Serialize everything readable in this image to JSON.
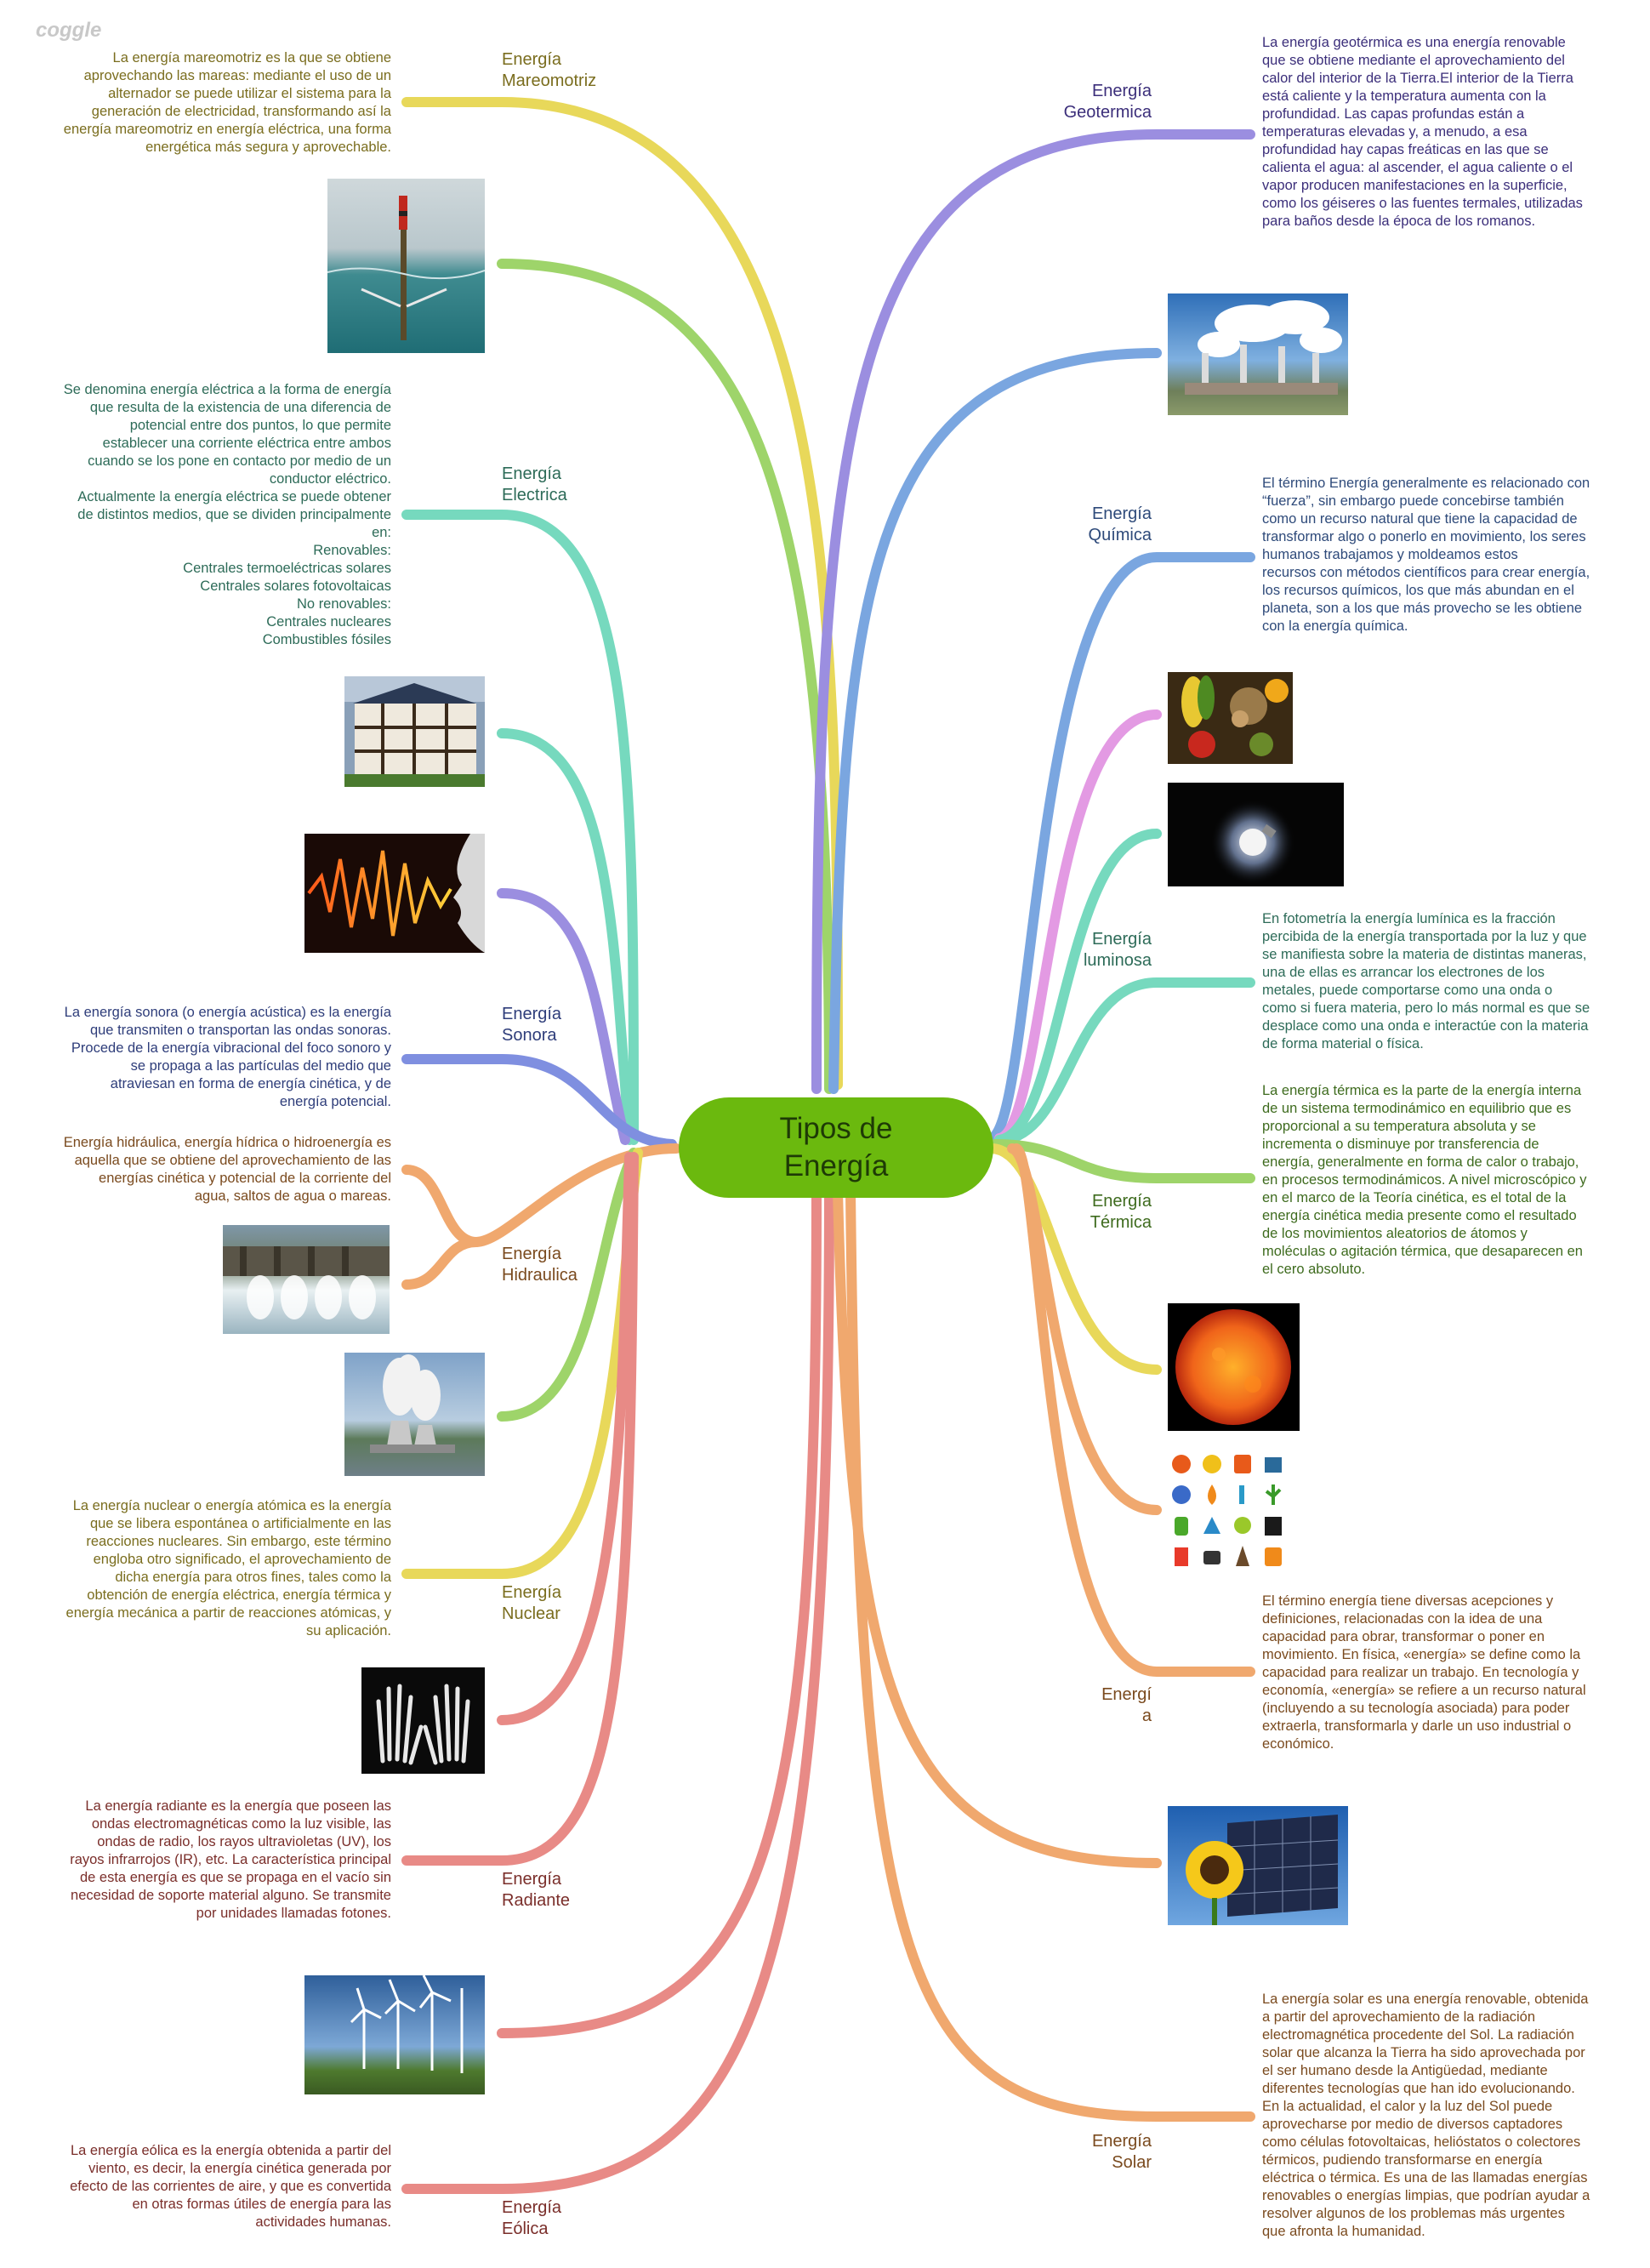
{
  "brand": "coggle",
  "central": {
    "line1": "Tipos de",
    "line2": "Energía"
  },
  "branches": [
    {
      "id": "mareomotriz",
      "color": "#e8d85a",
      "text_color": "#7a6d1e",
      "label": [
        "Energía",
        "Mareomotriz"
      ],
      "desc": [
        "La energía mareomotriz es la que se obtiene",
        "aprovechando las mareas: mediante el uso de un",
        "alternador se puede utilizar el sistema para la",
        "generación de electricidad, transformando así la",
        "energía mareomotriz en energía eléctrica, una forma",
        "energética más segura y aprovechable."
      ],
      "image": "tidal-turbine-photo"
    },
    {
      "id": "electrica",
      "color": "#76d9be",
      "text_color": "#2d6b58",
      "label": [
        "Energía",
        "Electrica"
      ],
      "desc": [
        "Se denomina energía eléctrica a la forma de energía",
        "que resulta de la existencia de una diferencia de",
        "potencial entre dos puntos, lo que permite",
        "establecer una corriente eléctrica entre ambos",
        "cuando se los pone en contacto por medio de un",
        "conductor eléctrico.",
        "Actualmente la energía eléctrica se puede obtener",
        "de distintos medios, que se dividen principalmente",
        "en:",
        "Renovables:",
        "Centrales termoeléctricas solares",
        "Centrales solares fotovoltaicas",
        "No renovables:",
        "Centrales nucleares",
        "Combustibles fósiles"
      ],
      "image": "solar-roof-house-photo"
    },
    {
      "id": "sonora",
      "color": "#7f8fe0",
      "text_color": "#2e3d7a",
      "label": [
        "Energía",
        "Sonora"
      ],
      "desc": [
        "La energía sonora (o energía acústica) es la energía",
        "que transmiten o transportan las ondas sonoras.",
        "Procede de la energía vibracional del foco sonoro y",
        "se propaga a las partículas del medio que",
        "atraviesan en forma de energía cinética, y de",
        "energía potencial."
      ],
      "image": "sound-wave-face-photo"
    },
    {
      "id": "hidraulica",
      "color": "#f0a86e",
      "text_color": "#7a4a1e",
      "label": [
        "Energía",
        "Hidraulica"
      ],
      "desc": [
        "Energía hidráulica, energía hídrica o hidroenergía es",
        "aquella que se obtiene del aprovechamiento de las",
        "energías cinética y potencial de la corriente del",
        "agua, saltos de agua o mareas."
      ],
      "image": "dam-photo"
    },
    {
      "id": "nuclear",
      "color": "#e8d85a",
      "text_color": "#7a6d1e",
      "label": [
        "Energía",
        "Nuclear"
      ],
      "desc": [
        "La energía nuclear o energía atómica es la energía",
        "que se libera espontánea o artificialmente en las",
        "reacciones nucleares. Sin embargo, este término",
        "engloba otro significado, el aprovechamiento de",
        "dicha energía para otros fines, tales como la",
        "obtención de energía eléctrica, energía térmica y",
        "energía mecánica a partir de reacciones atómicas, y",
        "su aplicación."
      ],
      "image": "nuclear-plant-photo"
    },
    {
      "id": "radiante",
      "color": "#e88a86",
      "text_color": "#7a2e2a",
      "label": [
        "Energía",
        "Radiante"
      ],
      "desc": [
        "La energía radiante es la energía que poseen las",
        "ondas electromagnéticas como la luz visible, las",
        "ondas de radio, los rayos ultravioletas (UV), los",
        "rayos infrarrojos (IR), etc. La característica principal",
        "de esta energía es que se propaga en el vacío sin",
        "necesidad de soporte material alguno. Se transmite",
        "por unidades llamadas fotones."
      ],
      "image": "xray-hands-photo"
    },
    {
      "id": "eolica",
      "color": "#e88a86",
      "text_color": "#7a2e2a",
      "label": [
        "Energía",
        "Eólica"
      ],
      "desc": [
        "La energía eólica es la energía obtenida a partir del",
        "viento, es decir, la energía cinética generada por",
        "efecto de las corrientes de aire, y que es convertida",
        "en otras formas útiles de energía para las",
        "actividades humanas."
      ],
      "image": "wind-turbines-photo"
    },
    {
      "id": "geotermica",
      "color": "#9b8ee0",
      "text_color": "#3b2e7a",
      "label": [
        "Energía",
        "Geotermica"
      ],
      "desc": [
        "La energía geotérmica es una energía renovable",
        "que se obtiene mediante el aprovechamiento del",
        "calor del interior de la Tierra.El interior de la Tierra",
        "está caliente y la temperatura aumenta con la",
        "profundidad. Las capas profundas están a",
        "temperaturas elevadas y, a menudo, a esa",
        "profundidad hay capas freáticas en las que se",
        "calienta el agua: al ascender, el agua caliente o el",
        "vapor producen manifestaciones en la superficie,",
        "como los géiseres o las fuentes termales, utilizadas",
        "para baños desde la época de los romanos."
      ],
      "image": "geothermal-plant-photo"
    },
    {
      "id": "quimica",
      "color": "#7aa6e0",
      "text_color": "#2e4a7a",
      "label": [
        "Energía",
        "Química"
      ],
      "desc": [
        "El término Energía generalmente es relacionado con",
        "“fuerza”, sin embargo puede concebirse también",
        "como un recurso natural que tiene la capacidad de",
        "transformar algo o ponerlo en movimiento, los seres",
        "humanos trabajamos y moldeamos estos",
        "recursos con métodos científicos para crear energía,",
        "los recursos químicos, los que más abundan en el",
        "planeta, son a los que más provecho se les obtiene",
        "con la energía química."
      ],
      "image": "food-photo"
    },
    {
      "id": "luminosa",
      "color": "#76d9be",
      "text_color": "#2d6b58",
      "label": [
        "Energía",
        "luminosa"
      ],
      "desc": [
        "En fotometría la energía lumínica es la fracción",
        "percibida de la energía transportada por la luz y que",
        "se manifiesta sobre la materia de distintas maneras,",
        "una de ellas es arrancar los electrones de los",
        "metales, puede comportarse como una onda o",
        "como si fuera materia, pero lo más normal es que se",
        "desplace como una onda e interactúe con la materia",
        "de forma material o física."
      ],
      "image": "light-bulb-photo"
    },
    {
      "id": "termica",
      "color": "#9ed46a",
      "text_color": "#3e6b1e",
      "label": [
        "Energía",
        "Térmica"
      ],
      "desc": [
        "La energía térmica es la parte de la energía interna",
        "de un sistema termodinámico en equilibrio que es",
        "proporcional a su temperatura absoluta y se",
        "incrementa o disminuye por transferencia de",
        "energía, generalmente en forma de calor o trabajo,",
        "en procesos termodinámicos. A nivel microscópico y",
        "en el marco de la Teoría cinética, es el total de la",
        "energía cinética media presente como el resultado",
        "de los movimientos aleatorios de átomos y",
        "moléculas o agitación térmica, que desaparecen en",
        "el cero absoluto."
      ],
      "image": "sun-photo"
    },
    {
      "id": "energia",
      "color": "#f0a86e",
      "text_color": "#7a4a1e",
      "label": [
        "Energí",
        "a"
      ],
      "desc": [
        "El término energía tiene diversas acepciones y",
        "definiciones, relacionadas con la idea de una",
        "capacidad para obrar, transformar o poner en",
        "movimiento. En física, «energía» se define como la",
        "capacidad para realizar un trabajo. En tecnología y",
        "economía, «energía» se refiere a un recurso natural",
        "(incluyendo a su tecnología asociada) para poder",
        "extraerla, transformarla y darle un uso industrial o",
        "económico."
      ],
      "image": "energy-icons-grid"
    },
    {
      "id": "solar",
      "color": "#f0a86e",
      "text_color": "#7a4a1e",
      "label": [
        "Energía",
        "Solar"
      ],
      "desc": [
        "La energía solar es una energía renovable, obtenida",
        "a partir del aprovechamiento de la radiación",
        "electromagnética procedente del Sol. La radiación",
        "solar que alcanza la Tierra ha sido aprovechada por",
        "el ser humano desde la Antigüedad, mediante",
        "diferentes tecnologías que han ido evolucionando.",
        "En la actualidad, el calor y la luz del Sol puede",
        "aprovecharse por medio de diversos captadores",
        "como células fotovoltaicas, helióstatos o colectores",
        "térmicos, pudiendo transformarse en energía",
        "eléctrica o térmica. Es una de las llamadas energías",
        "renovables o energías limpias, que podrían ayudar a",
        "resolver algunos de los problemas más urgentes",
        "que afronta la humanidad."
      ],
      "image": "sunflower-solar-panel-photo"
    }
  ]
}
